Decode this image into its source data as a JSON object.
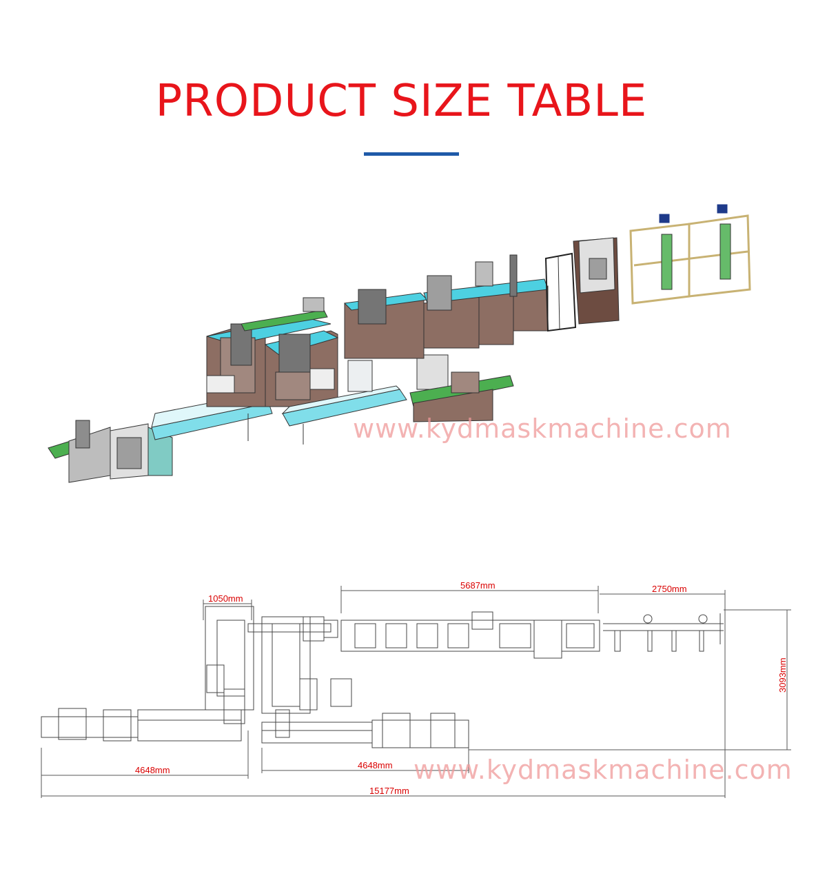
{
  "header": {
    "title": "PRODUCT SIZE TABLE"
  },
  "colors": {
    "title": "#e8151b",
    "rule": "#1f5aa8",
    "dimension": "#d90000",
    "watermark": "#ef9a9a",
    "line": "#444444"
  },
  "watermarks": {
    "iso_view": "www.kydmaskmachine.com",
    "plan_view": "www.kydmaskmachine.com"
  },
  "dimensions": {
    "left_station_width": "1050mm",
    "center_line_length": "5687mm",
    "right_section_length": "2750mm",
    "height": "3093mm",
    "left_conveyor_length": "4648mm",
    "center_conveyor_length": "4648mm",
    "overall_length": "15177mm"
  }
}
